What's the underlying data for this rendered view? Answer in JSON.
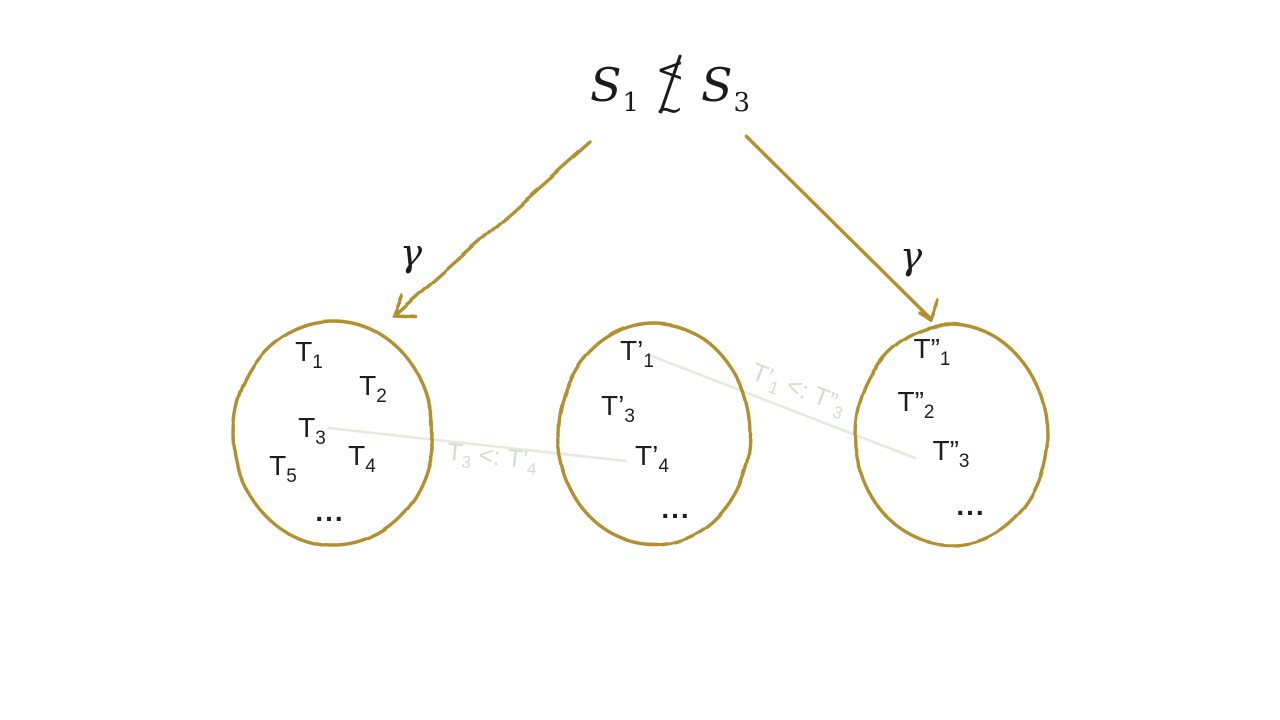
{
  "colors": {
    "background": "#ffffff",
    "sketch_gold": "#b2902e",
    "ink": "#1b1b1b",
    "faint_line": "#e5eae1",
    "faint_text": "#d7dbd1"
  },
  "title": {
    "left_base": "S",
    "left_sub": "1",
    "relation_name": "not-less-or-similar",
    "relation_lt": "<",
    "relation_tilde": "∼",
    "right_base": "S",
    "right_sub": "3"
  },
  "edges": {
    "left_gamma": "γ",
    "right_gamma": "γ"
  },
  "sets": {
    "left": {
      "items": [
        {
          "base": "T",
          "sub": "1"
        },
        {
          "base": "T",
          "sub": "2"
        },
        {
          "base": "T",
          "sub": "3"
        },
        {
          "base": "T",
          "sub": "4"
        },
        {
          "base": "T",
          "sub": "5"
        }
      ],
      "ellipsis": "..."
    },
    "middle": {
      "items": [
        {
          "base": "T’",
          "sub": "1"
        },
        {
          "base": "T’",
          "sub": "3"
        },
        {
          "base": "T’",
          "sub": "4"
        }
      ],
      "ellipsis": "..."
    },
    "right": {
      "items": [
        {
          "base": "T”",
          "sub": "1"
        },
        {
          "base": "T”",
          "sub": "2"
        },
        {
          "base": "T”",
          "sub": "3"
        }
      ],
      "ellipsis": "..."
    }
  },
  "relations": [
    {
      "base1": "T",
      "sub1": "3",
      "op": "<:",
      "base2": "T’",
      "sub2": "4"
    },
    {
      "base1": "T’",
      "sub1": "1",
      "op": "<:",
      "base2": "T”",
      "sub2": "3"
    }
  ]
}
